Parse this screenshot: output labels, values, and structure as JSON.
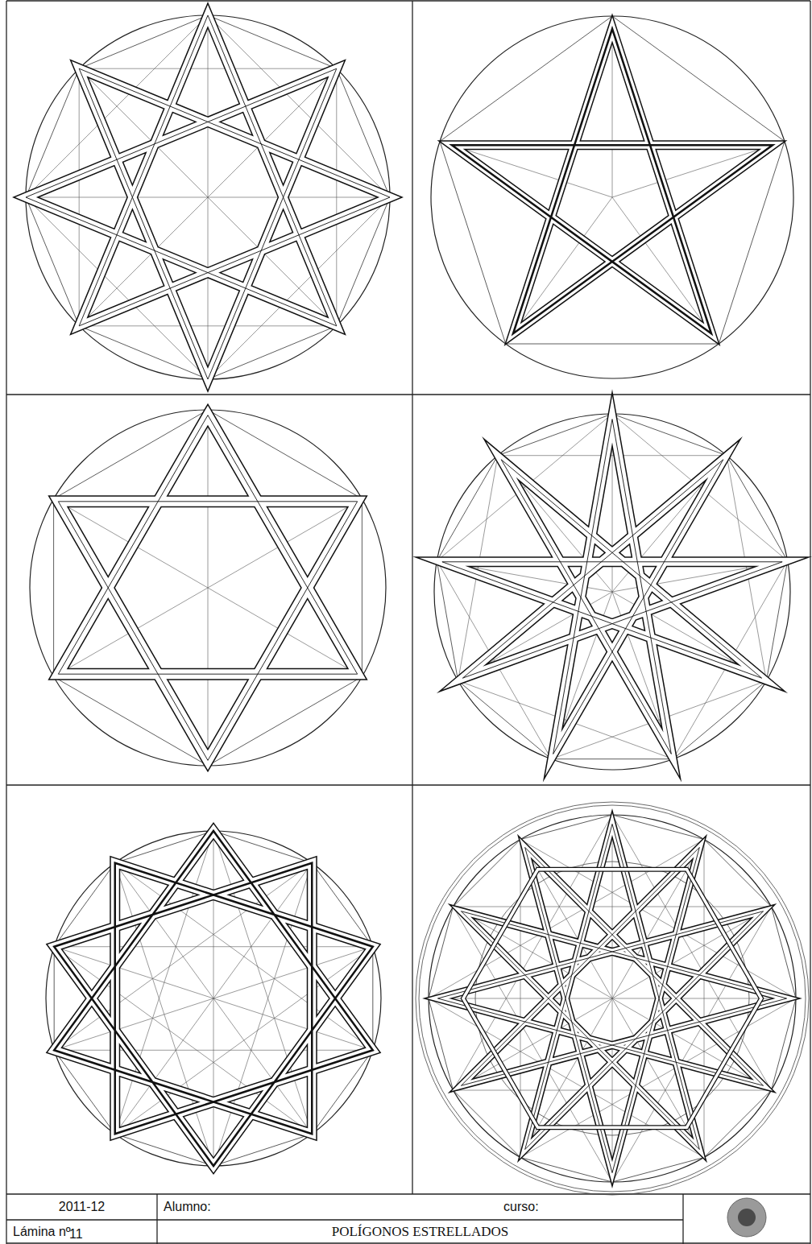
{
  "diagram": {
    "title": "POLÍGONOS ESTRELLADOS",
    "nodes": [
      {
        "text": [
          "2011-12"
        ]
      },
      {
        "text": [
          "Alumno:",
          "curso:"
        ]
      },
      {
        "text": [
          "Lámina nº",
          "11"
        ]
      }
    ]
  }
}
